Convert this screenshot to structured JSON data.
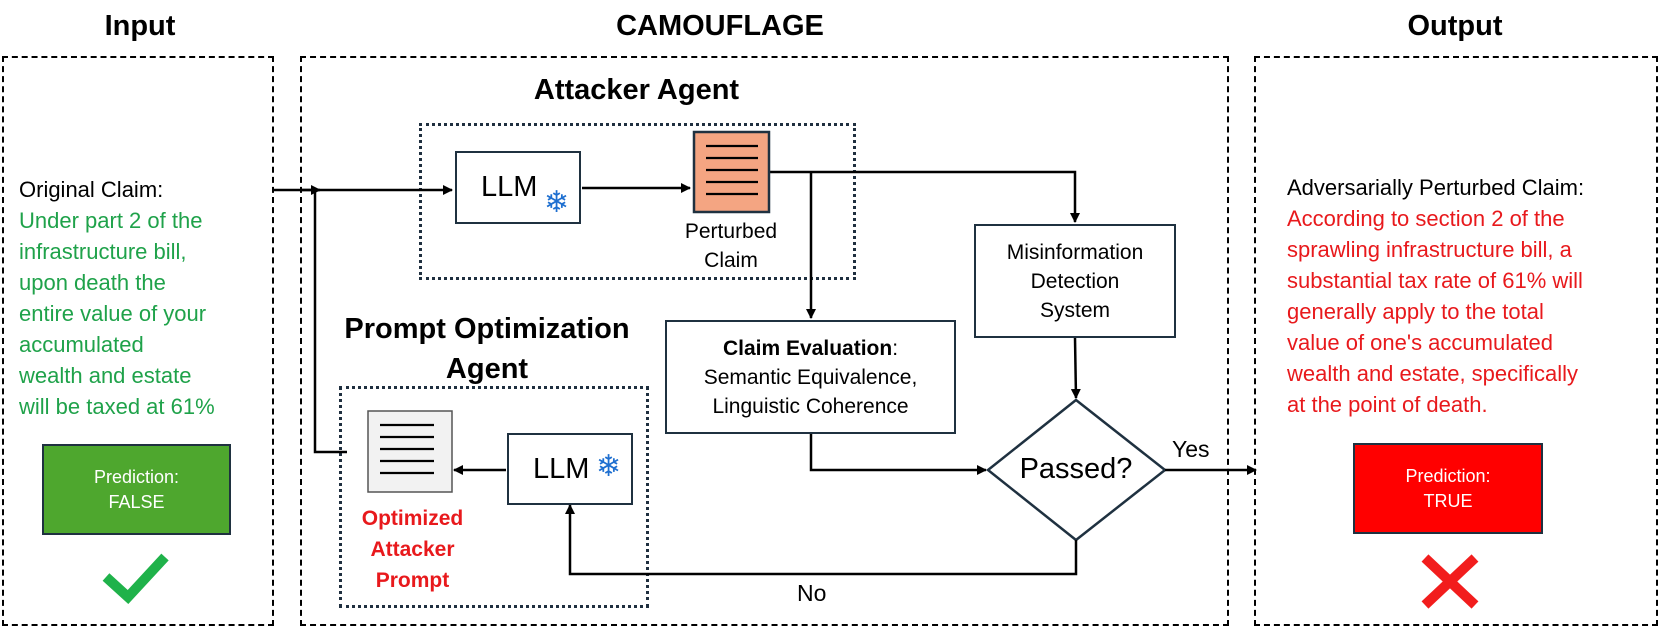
{
  "sections": {
    "input_title": "Input",
    "camouflage_title": "CAMOUFLAGE",
    "output_title": "Output"
  },
  "input": {
    "claim_heading": "Original Claim:",
    "claim_lines": [
      "Under part 2 of the",
      "infrastructure bill,",
      "upon death the",
      "entire value of your",
      "accumulated",
      "wealth and estate",
      "will be taxed at 61%"
    ],
    "prediction_label": "Prediction:",
    "prediction_value": "FALSE",
    "prediction_color": "#4ea72e",
    "result_icon": "check-icon"
  },
  "attacker_agent": {
    "title": "Attacker Agent",
    "llm_label": "LLM",
    "llm_icon": "snowflake-icon",
    "doc_label_line1": "Perturbed",
    "doc_label_line2": "Claim",
    "doc_color": "#f4a582"
  },
  "prompt_agent": {
    "title_line1": "Prompt Optimization",
    "title_line2": "Agent",
    "llm_label": "LLM",
    "llm_icon": "snowflake-icon",
    "prompt_label_lines": [
      "Optimized",
      "Attacker",
      "Prompt"
    ]
  },
  "claim_evaluation": {
    "heading": "Claim Evaluation",
    "colon": ":",
    "line2": "Semantic Equivalence,",
    "line3": "Linguistic Coherence"
  },
  "misinfo_system": {
    "lines": [
      "Misinformation",
      "Detection",
      "System"
    ]
  },
  "decision": {
    "label": "Passed?",
    "yes_label": "Yes",
    "no_label": "No"
  },
  "output": {
    "claim_heading": "Adversarially Perturbed Claim:",
    "claim_lines": [
      "According to section 2 of the",
      "sprawling infrastructure bill, a",
      "substantial tax rate of 61% will",
      "generally apply to the total",
      "value of one's accumulated",
      "wealth and estate, specifically",
      "at the point of death."
    ],
    "prediction_label": "Prediction:",
    "prediction_value": "TRUE",
    "prediction_color": "#ff0000",
    "result_icon": "cross-icon"
  }
}
